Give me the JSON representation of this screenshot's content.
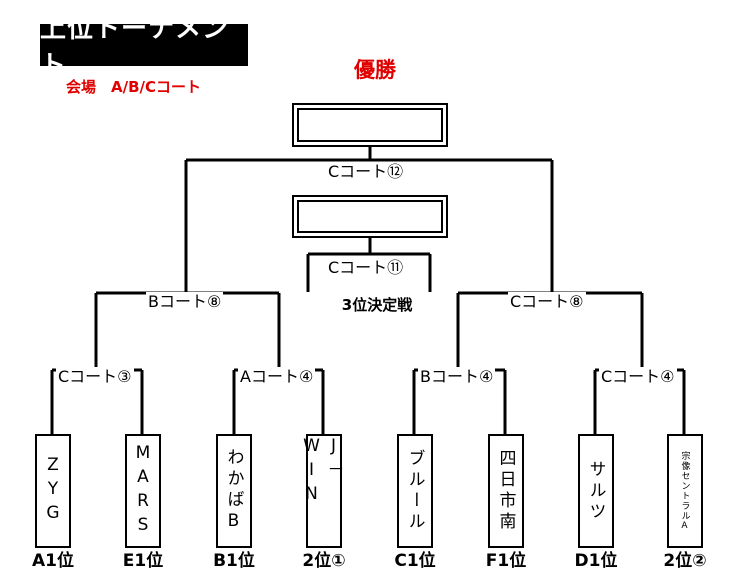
{
  "header": {
    "title": "上位トーナメント",
    "venue": "会場　A/B/Cコート",
    "champion_label": "優勝"
  },
  "courts": {
    "final": "Cコート⑫",
    "third_place": "Cコート⑪",
    "semi_left": "Bコート⑧",
    "semi_right": "Cコート⑧",
    "qf1": "Cコート③",
    "qf2": "Aコート④",
    "qf3": "Bコート④",
    "qf4": "Cコート④"
  },
  "third_place_label": "3位決定戦",
  "teams": [
    {
      "name": "ZYG",
      "seed": "A1位"
    },
    {
      "name": "MARS",
      "seed": "E1位"
    },
    {
      "name": "わかばB",
      "seed": "B1位"
    },
    {
      "name": "J－WIN",
      "seed": "2位①"
    },
    {
      "name": "ブルール",
      "seed": "C1位"
    },
    {
      "name": "四日市南",
      "seed": "F1位"
    },
    {
      "name": "サルツ",
      "seed": "D1位"
    },
    {
      "name": "宗像セントラルA",
      "seed": "2位②"
    }
  ]
}
